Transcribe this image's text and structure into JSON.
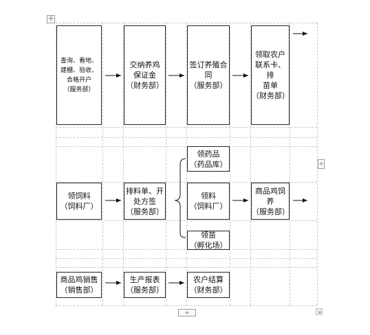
{
  "row1": {
    "step1": "查询、看地、\n建棚、验收、\n合格开户\n（服务部）",
    "step2": "交纳养鸡\n保证金\n（财务部）",
    "step3": "签订养殖合\n同\n（服务部）",
    "step4": "领取农户\n联系卡、排\n苗单\n（财务部）"
  },
  "row2": {
    "feed": "领饲料\n（饲料厂）",
    "schedule": "排料单、开\n处方签\n（服务部）",
    "medicine": "领药品\n（药品库）",
    "material": "领料\n（饲料厂）",
    "chicks": "领苗\n（孵化场）",
    "raising": "商品鸡饲\n养\n（服务部）"
  },
  "row3": {
    "sales": "商品鸡销售\n（销售部）",
    "report": "生产报表\n（服务部）",
    "settlement": "农户结算\n（财务部）"
  },
  "handles": {
    "add": "+",
    "move": "✢",
    "resize": "⇲"
  }
}
